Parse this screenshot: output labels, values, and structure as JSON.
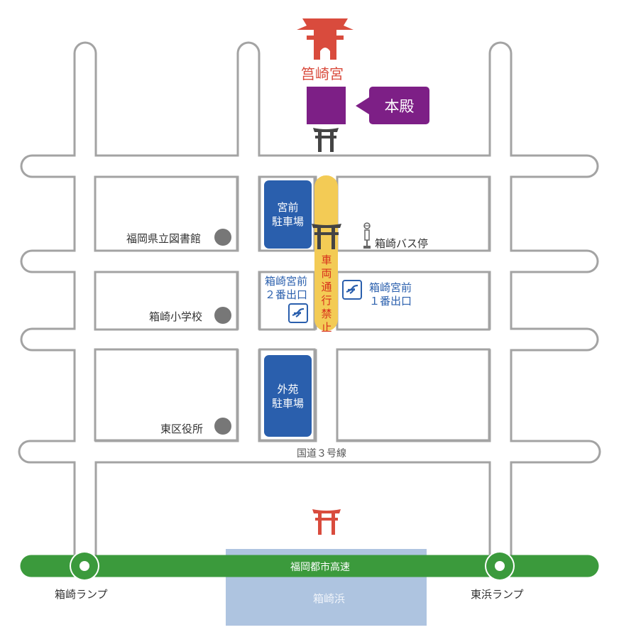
{
  "shrine": {
    "name": "筥崎宮",
    "honden_label": "本殿"
  },
  "landmarks": [
    {
      "name": "福岡県立図書館"
    },
    {
      "name": "箱崎小学校"
    },
    {
      "name": "東区役所"
    }
  ],
  "parking": [
    {
      "line1": "宮前",
      "line2": "駐車場"
    },
    {
      "line1": "外苑",
      "line2": "駐車場"
    }
  ],
  "no_vehicle_zone": {
    "label": "車両通行禁止"
  },
  "bus_stop": {
    "label": "箱崎バス停",
    "icon": "bus-stop-icon"
  },
  "subway_exits": [
    {
      "line1": "箱崎宮前",
      "line2": "２番出口",
      "icon": "fukuoka-subway-icon"
    },
    {
      "line1": "箱崎宮前",
      "line2": "１番出口",
      "icon": "fukuoka-subway-icon"
    }
  ],
  "roads": {
    "national_route": "国道３号線",
    "expressway": "福岡都市高速"
  },
  "ramps": [
    {
      "name": "箱崎ランプ"
    },
    {
      "name": "東浜ランプ"
    }
  ],
  "beach": {
    "name": "箱崎浜"
  },
  "icons": {
    "shrine_gate_top": "shrine-tower-gate-icon",
    "torii_dark": "torii-gate-icon",
    "torii_red": "torii-gate-icon",
    "landmark_marker": "circle-marker-icon",
    "ramp_marker": "ring-marker-icon"
  },
  "colors": {
    "road_outline": "#a0a0a0",
    "shrine_red": "#d94b3d",
    "honden_purple": "#7d1f86",
    "parking_blue": "#2a5fad",
    "no_entry_yellow": "#f3cb55",
    "no_entry_text": "#d7301c",
    "expressway_green": "#3b9a3c",
    "beach_blue": "#aec4e0",
    "marker_gray": "#777777"
  }
}
